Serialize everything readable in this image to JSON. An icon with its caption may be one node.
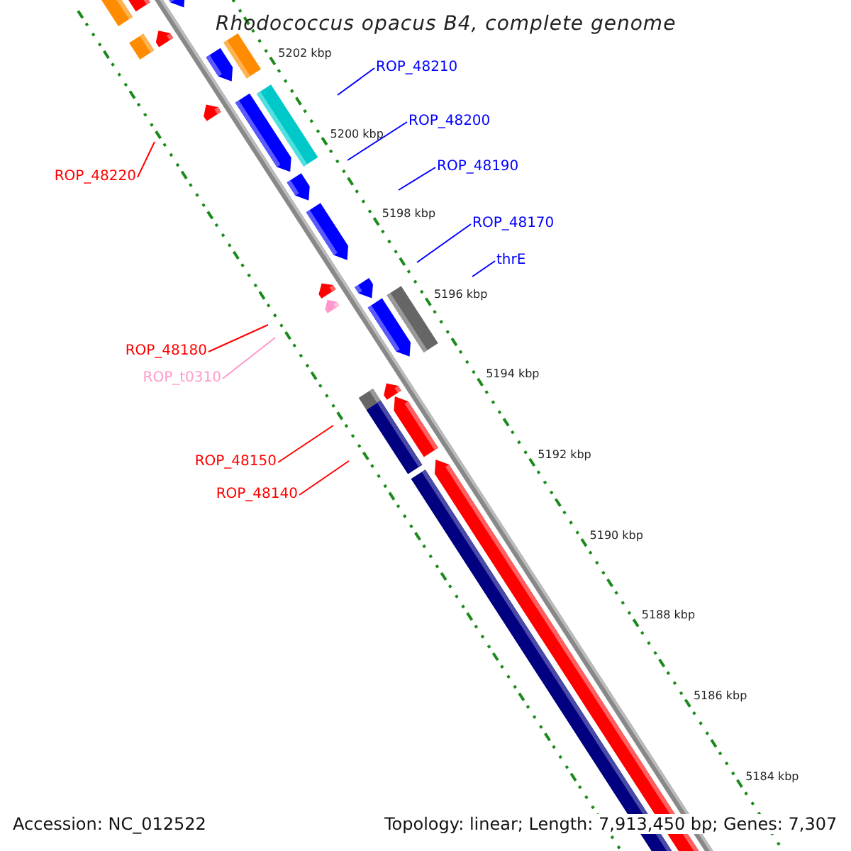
{
  "diagram": {
    "title": "Rhodococcus opacus B4, complete genome",
    "nodes": [
      {
        "text": [
          "ROP_48210"
        ]
      },
      {
        "text": [
          "ROP_48200"
        ]
      },
      {
        "text": [
          "ROP_48190"
        ]
      },
      {
        "text": [
          "ROP_48220"
        ]
      },
      {
        "text": [
          "ROP_48170"
        ]
      },
      {
        "text": [
          "thrE"
        ]
      },
      {
        "text": [
          "ROP_48180"
        ]
      },
      {
        "text": [
          "ROP_t0310"
        ]
      },
      {
        "text": [
          "ROP_48150"
        ]
      },
      {
        "text": [
          "ROP_48140"
        ]
      }
    ],
    "edges": [
      {
        "from": 0,
        "to": null,
        "arrow": "none"
      },
      {
        "from": 1,
        "to": null,
        "arrow": "none"
      },
      {
        "from": 2,
        "to": null,
        "arrow": "none"
      },
      {
        "from": 3,
        "to": null,
        "arrow": "none",
        "color": "#ff0000"
      },
      {
        "from": 4,
        "to": null,
        "arrow": "none"
      },
      {
        "from": 5,
        "to": null,
        "arrow": "none"
      },
      {
        "from": 6,
        "to": null,
        "arrow": "none",
        "color": "#ff0000"
      },
      {
        "from": 7,
        "to": null,
        "arrow": "none",
        "color": "#ff99cc"
      },
      {
        "from": 8,
        "to": null,
        "arrow": "none",
        "color": "#ff0000"
      },
      {
        "from": 9,
        "to": null,
        "arrow": "none",
        "color": "#ff0000"
      }
    ],
    "labels": [
      "5202 kbp",
      "5200 kbp",
      "5198 kbp",
      "5196 kbp",
      "5194 kbp",
      "5192 kbp",
      "5190 kbp",
      "5188 kbp",
      "5186 kbp",
      "5184 kbp",
      "Accession: NC_012522",
      "Topology: linear; Length: 7,913,450 bp; Genes: 7,307"
    ]
  }
}
